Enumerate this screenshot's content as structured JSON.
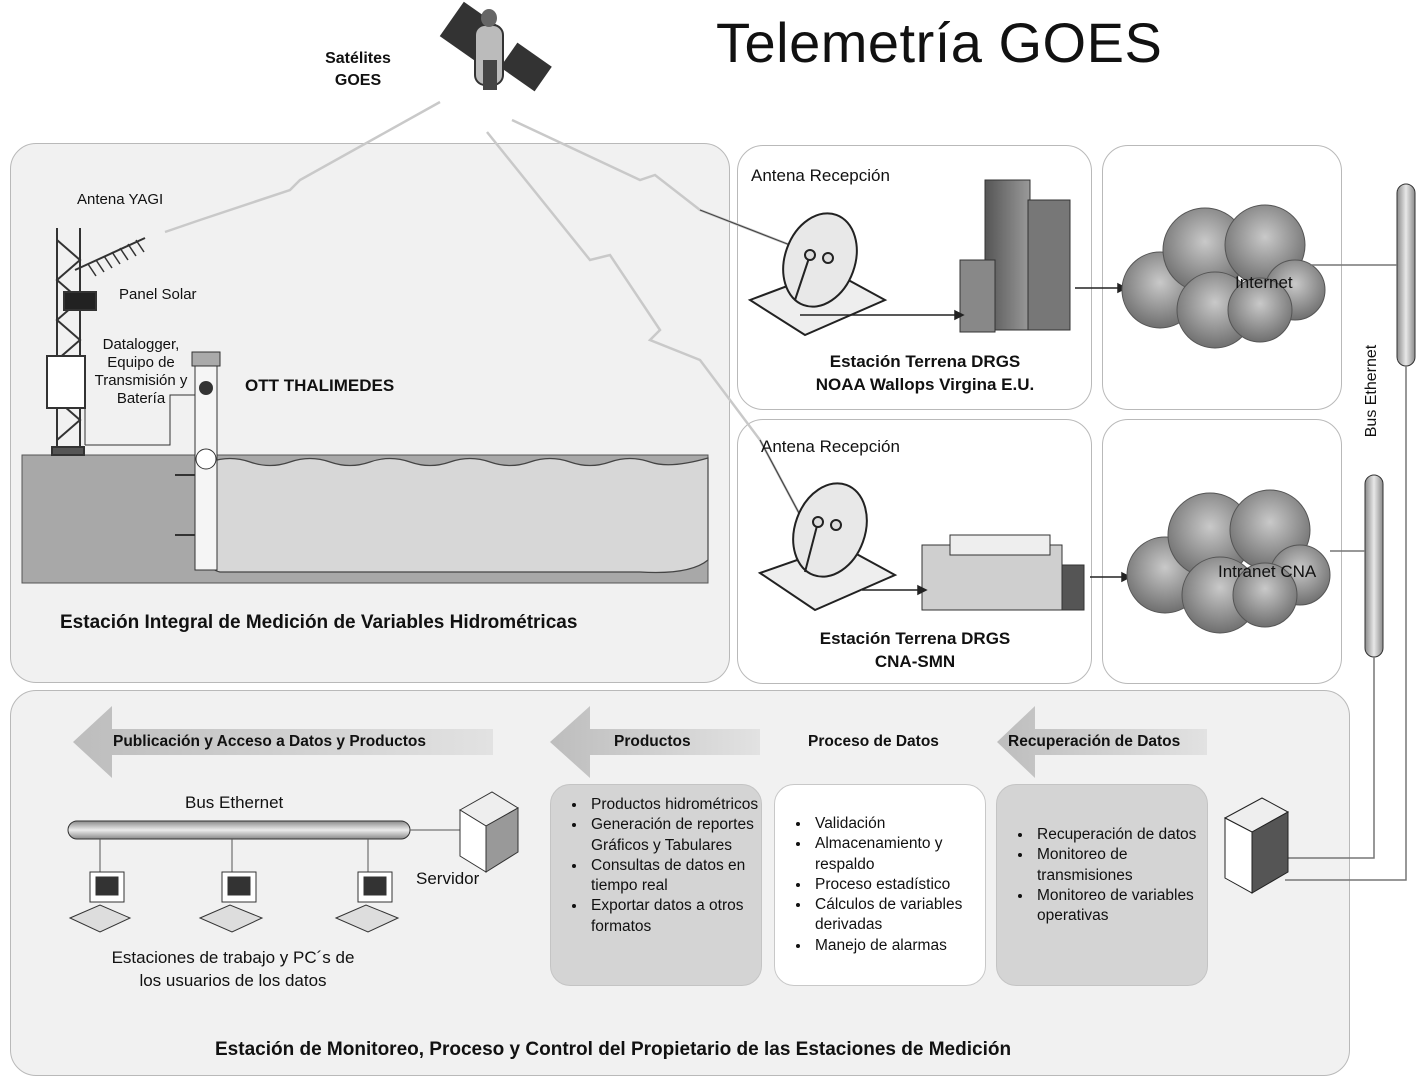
{
  "title": "Telemetría GOES",
  "satellite": {
    "label_line1": "Satélites",
    "label_line2": "GOES"
  },
  "hydro_station": {
    "antenna": "Antena YAGI",
    "panel": "Panel Solar",
    "datalogger": [
      "Datalogger,",
      "Equipo de",
      "Transmisión y",
      "Batería"
    ],
    "sensor": "OTT THALIMEDES",
    "caption": "Estación Integral de Medición de Variables Hidrométricas"
  },
  "ground_station_1": {
    "antenna": "Antena Recepción",
    "line1": "Estación Terrena DRGS",
    "line2": "NOAA Wallops Virgina E.U."
  },
  "ground_station_2": {
    "antenna": "Antena Recepción",
    "line1": "Estación Terrena DRGS",
    "line2": "CNA-SMN"
  },
  "cloud_1": "Internet",
  "cloud_2": "Intranet CNA",
  "bus_vertical": "Bus Ethernet",
  "monitoring": {
    "arrow_publish": "Publicación y Acceso a Datos y Productos",
    "arrow_products": "Productos",
    "process_title": "Proceso de Datos",
    "arrow_recovery": "Recuperación de Datos",
    "lan": {
      "bus": "Bus Ethernet",
      "server": "Servidor",
      "workstations": [
        "Estaciones de trabajo y PC´s de",
        "los  usuarios de los datos"
      ]
    },
    "products_list": [
      "Productos hidrométricos",
      "Generación de reportes Gráficos y Tabulares",
      "Consultas de datos en tiempo real",
      "Exportar datos a otros formatos"
    ],
    "process_list": [
      "Validación",
      "Almacenamiento y respaldo",
      "Proceso estadístico",
      "Cálculos de variables derivadas",
      "Manejo de alarmas"
    ],
    "recovery_list": [
      "Recuperación de datos",
      "Monitoreo de transmisiones",
      "Monitoreo de variables operativas"
    ],
    "caption": "Estación de Monitoreo, Proceso y Control del Propietario de las Estaciones de Medición"
  }
}
